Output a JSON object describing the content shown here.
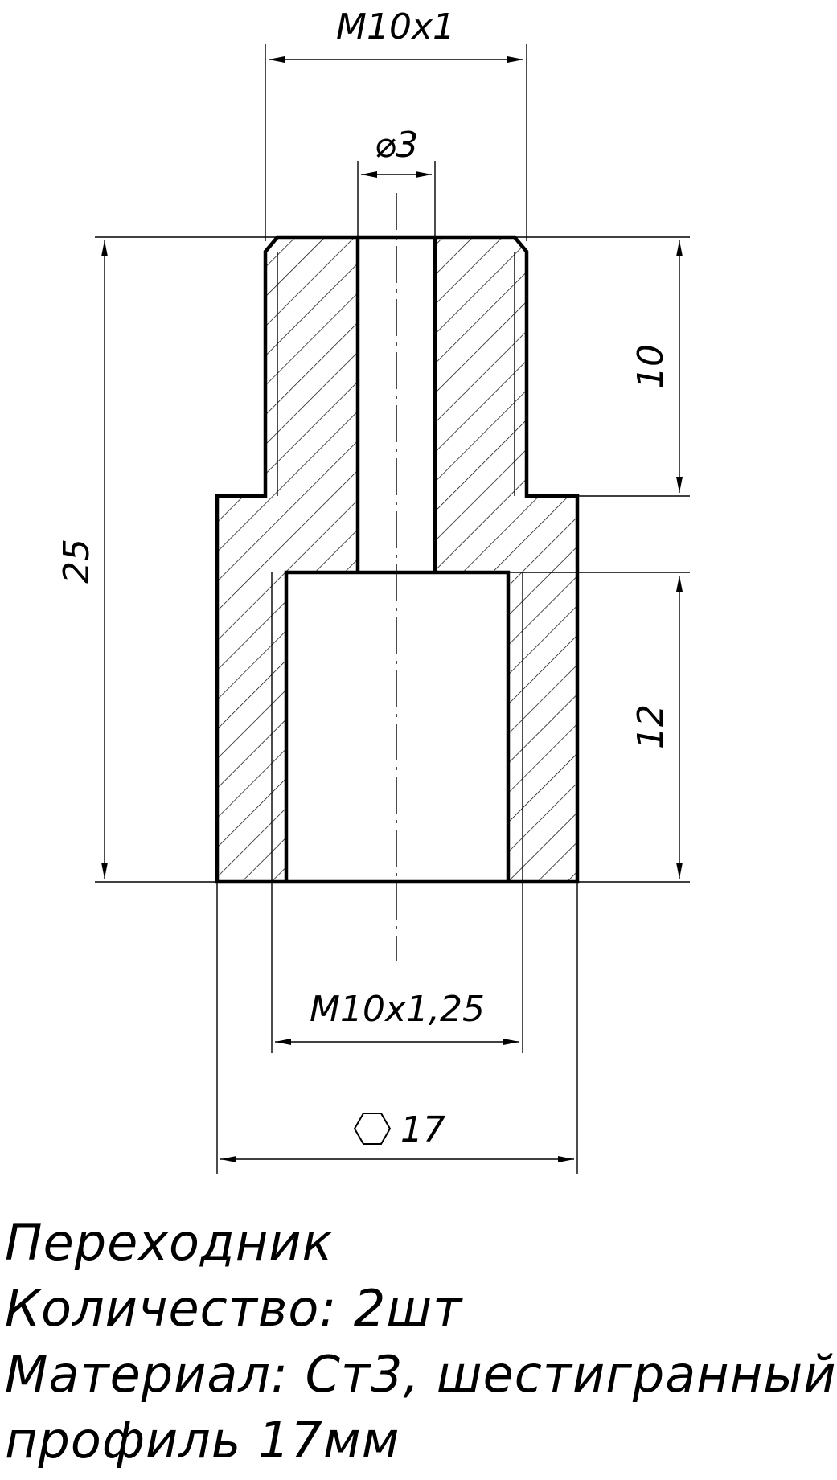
{
  "drawing": {
    "dimensions": {
      "top_thread": "M10x1",
      "bore_diameter": "⌀3",
      "overall_length": "25",
      "top_length": "10",
      "bottom_length": "12",
      "bottom_thread": "M10x1,25",
      "hex_size": "17"
    },
    "hex_symbol": "hexagon-icon",
    "colors": {
      "line": "#000000",
      "background": "#ffffff"
    }
  },
  "notes": {
    "line1": "Переходник",
    "line2": "Количество: 2шт",
    "line3": "Материал: Ст3, шестигранный",
    "line4": "профиль 17мм"
  }
}
